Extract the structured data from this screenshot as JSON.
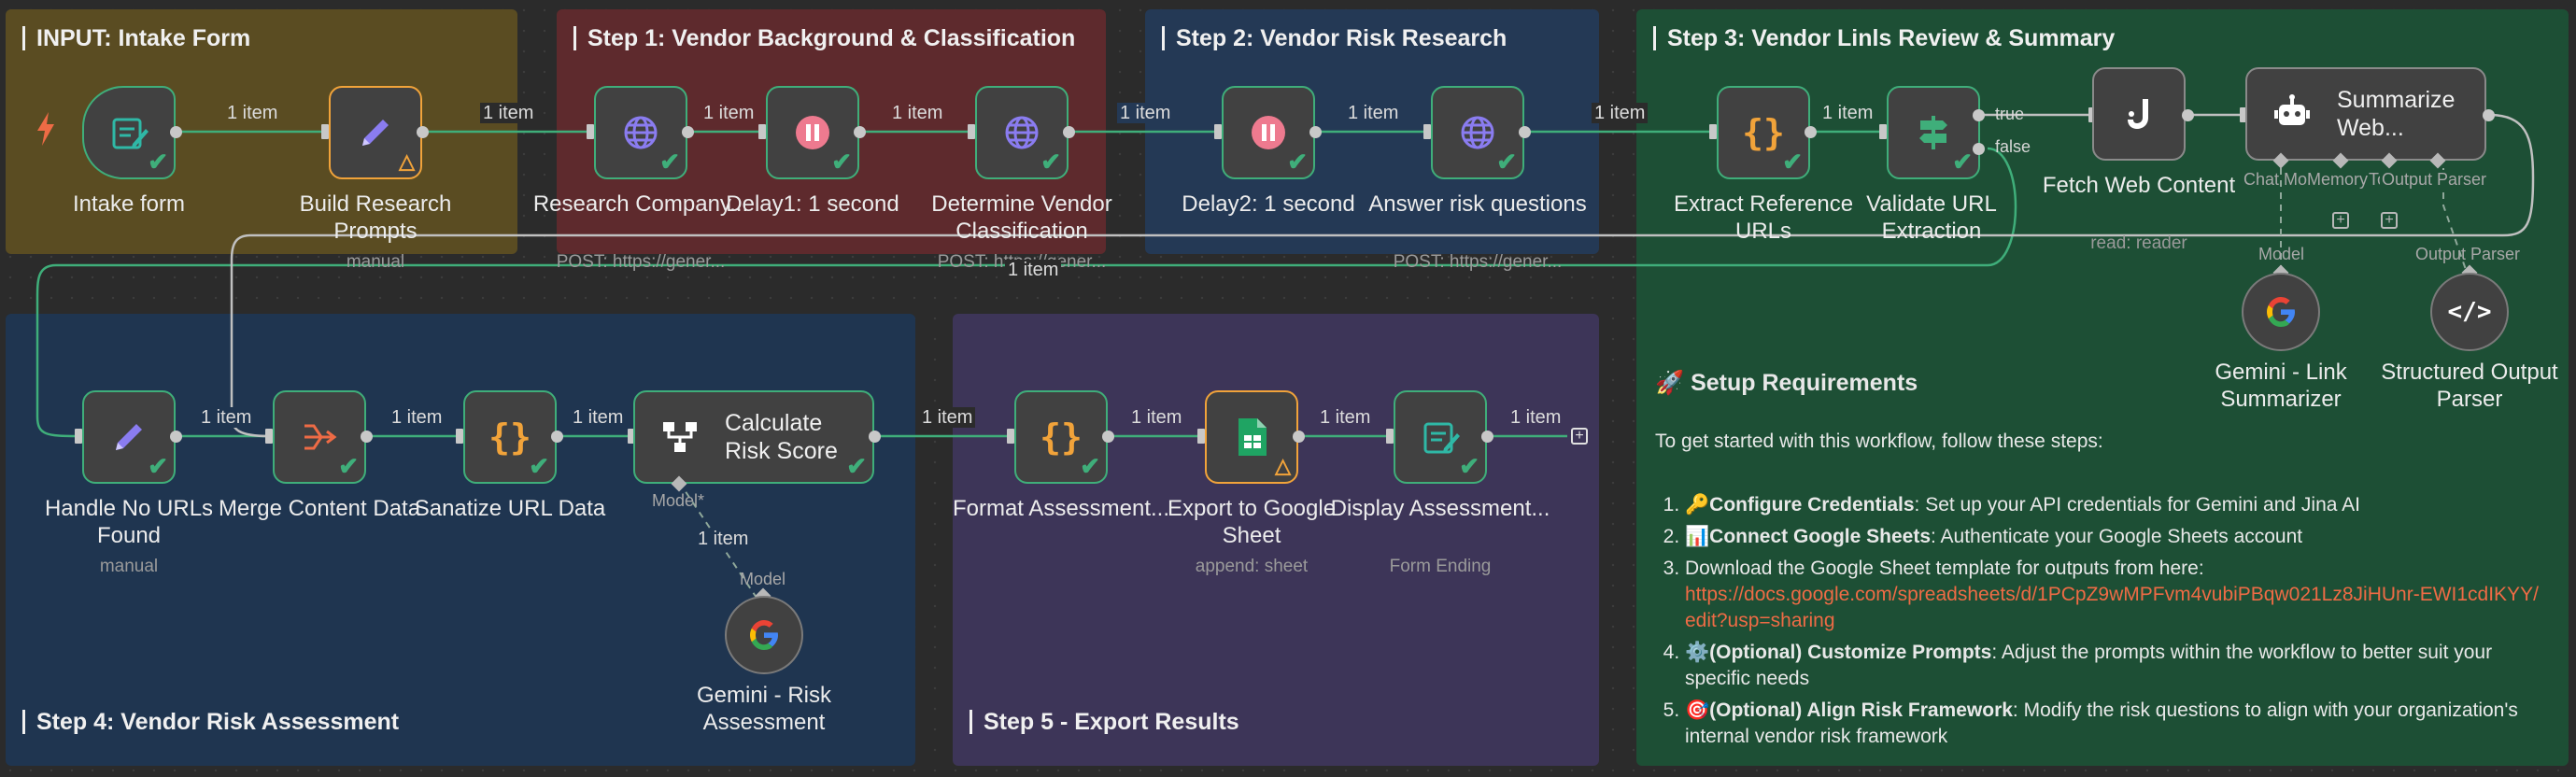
{
  "stickies": {
    "input_title": "INPUT: Intake Form",
    "step1_title": "Step 1: Vendor Background & Classification",
    "step2_title": "Step 2: Vendor Risk Research",
    "step3_title": "Step 3: Vendor Linls Review & Summary",
    "step4_title": "Step 4: Vendor Risk Assessment",
    "step5_title": "Step 5 - Export Results"
  },
  "colors": {
    "input_bg": "#5a4c22",
    "step1_bg": "#5e2a2d",
    "step2_bg": "#243955",
    "step3_bg": "#1d4f35",
    "step4_bg": "#1f3550",
    "step5_bg": "#3d3558",
    "success": "#3fae7a",
    "warning": "#f1a33a",
    "wire": "#3fae7a"
  },
  "nodes": {
    "intake_form": {
      "label": "Intake form",
      "icon": "form-icon"
    },
    "build_prompts": {
      "label": "Build Research Prompts",
      "sub": "manual",
      "icon": "pencil-icon"
    },
    "research_company": {
      "label": "Research Company...",
      "sub": "POST: https://gener...",
      "icon": "globe-icon"
    },
    "delay1": {
      "label": "Delay1: 1 second",
      "icon": "pause-icon"
    },
    "determine_vendor": {
      "label": "Determine Vendor Classification",
      "sub": "POST: https://gener...",
      "icon": "globe-icon"
    },
    "delay2": {
      "label": "Delay2: 1 second",
      "icon": "pause-icon"
    },
    "answer_risk": {
      "label": "Answer risk questions",
      "sub": "POST: https://gener...",
      "icon": "globe-icon"
    },
    "extract_urls": {
      "label": "Extract Reference URLs",
      "icon": "code-braces-icon"
    },
    "validate_url": {
      "label": "Validate URL Extraction",
      "icon": "signpost-icon",
      "out_true": "true",
      "out_false": "false"
    },
    "fetch_web": {
      "label": "Fetch Web Content",
      "sub": "read: reader",
      "icon": "jina-icon"
    },
    "summarize_web": {
      "label": "Summarize Web...",
      "icon": "robot-icon",
      "sub_chat": "Chat Mo",
      "sub_memory": "Memory",
      "sub_tool": "Tool",
      "sub_parser": "Output Parser"
    },
    "gemini_link": {
      "label": "Gemini - Link Summarizer",
      "icon": "google-icon",
      "port_label": "Model"
    },
    "structured_parser": {
      "label": "Structured Output Parser",
      "icon": "code-tag-icon",
      "port_label": "Output Parser"
    },
    "handle_no_urls": {
      "label": "Handle No URLs Found",
      "sub": "manual",
      "icon": "pencil-icon"
    },
    "merge_content": {
      "label": "Merge Content Data",
      "icon": "merge-icon"
    },
    "sanatize_url": {
      "label": "Sanatize URL Data",
      "icon": "code-braces-icon"
    },
    "calculate_risk": {
      "label": "Calculate Risk Score",
      "icon": "chain-icon",
      "sub_model": "Model*"
    },
    "gemini_risk": {
      "label": "Gemini - Risk Assessment",
      "icon": "google-icon",
      "port_label": "Model"
    },
    "format_assessment": {
      "label": "Format Assessment...",
      "icon": "code-braces-icon"
    },
    "export_sheet": {
      "label": "Export to Google Sheet",
      "sub": "append: sheet",
      "icon": "sheets-icon"
    },
    "display_assessment": {
      "label": "Display Assessment...",
      "sub": "Form Ending",
      "icon": "form-icon"
    }
  },
  "connections": {
    "item_label": "1 item"
  },
  "setup": {
    "title": "🚀 Setup Requirements",
    "intro": "To get started with this workflow, follow these steps:",
    "s1_icon": "🔑",
    "s1_strong": "Configure Credentials",
    "s1_text": ": Set up your API credentials for Gemini and Jina AI",
    "s2_icon": "📊",
    "s2_strong": "Connect Google Sheets",
    "s2_text": ": Authenticate your Google Sheets account",
    "s3_text": "Download the Google Sheet template for outputs from here:",
    "s3_link": "https://docs.google.com/spreadsheets/d/1PCpZ9wMPFvm4vubiPBqw021Lz8JiHUnr-EWI1cdIKYY/edit?usp=sharing",
    "s4_icon": "⚙️",
    "s4_strong": "(Optional) Customize Prompts",
    "s4_text": ": Adjust the prompts within the workflow to better suit your specific needs",
    "s5_icon": "🎯",
    "s5_strong": "(Optional) Align Risk Framework",
    "s5_text": ": Modify the risk questions to align with your organization's internal vendor risk framework"
  }
}
